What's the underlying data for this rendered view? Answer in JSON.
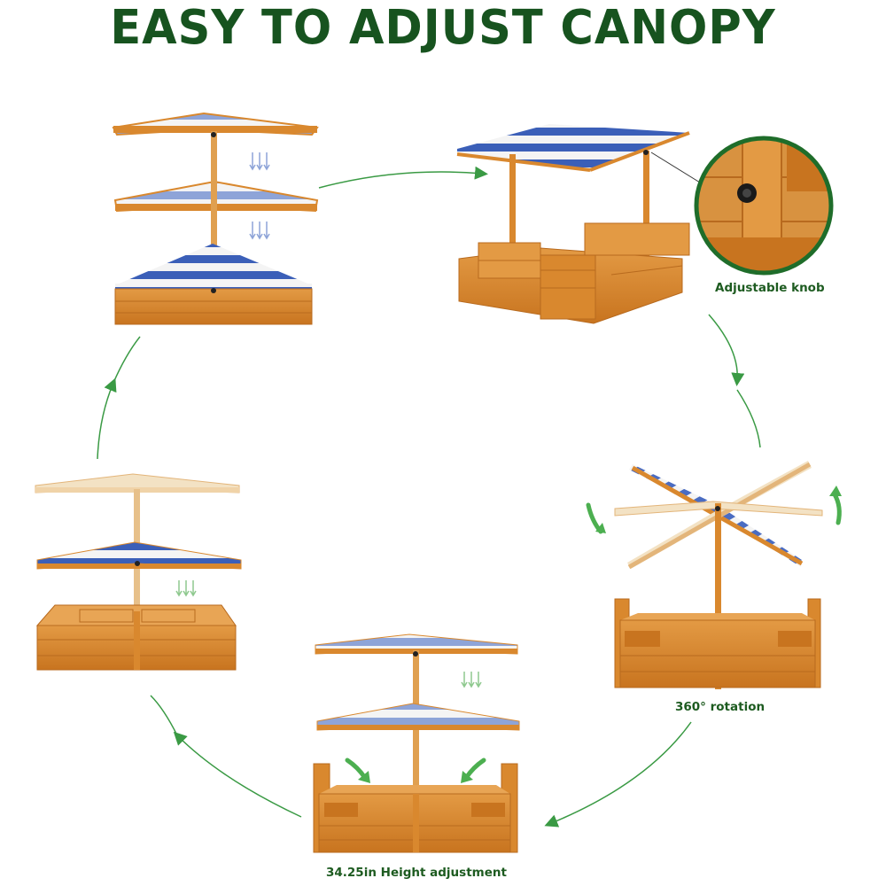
{
  "page": {
    "title": "EASY TO ADJUST CANOPY"
  },
  "captions": {
    "adjustable_knob": "Adjustable knob",
    "rotation": "360° rotation",
    "height": "34.25in Height adjustment"
  },
  "colors": {
    "title_green": "#17531f",
    "arrow_green": "#3a9a44",
    "wood": "#d9882e",
    "wood_dark": "#b86a1e",
    "canopy_blue": "#3b5fb8",
    "canopy_white": "#f4f4f4",
    "knob_ring": "#1f6d2a"
  },
  "icons": {
    "down_arrows": "triple-chevron-down-icon",
    "cycle_arrow": "curved-arrow-icon",
    "rotate_arrow": "rotate-arrow-icon"
  }
}
